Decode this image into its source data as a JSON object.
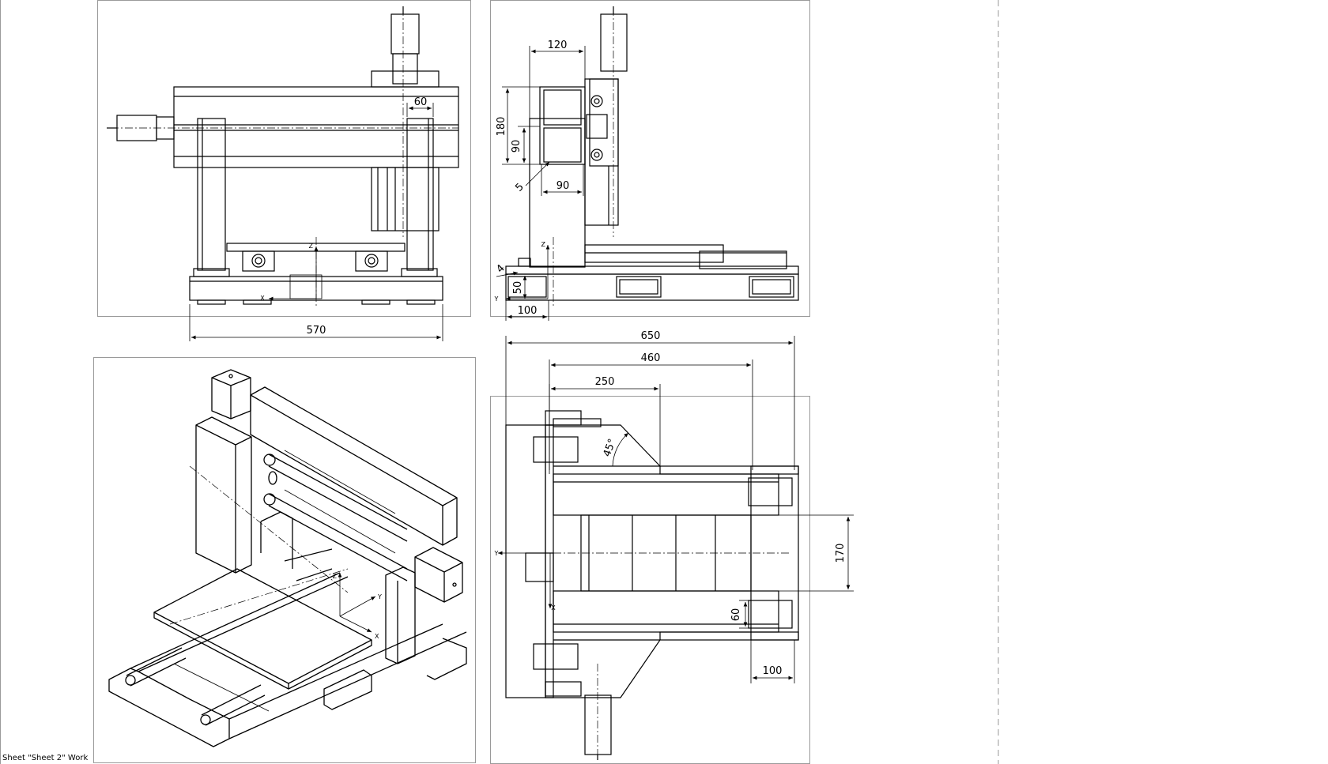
{
  "status_bar": {
    "text": "Sheet \"Sheet 2\" Work"
  },
  "dimensions": {
    "front_width": "570",
    "front_rail_gap": "60",
    "side_tube_width": "120",
    "side_height": "180",
    "side_tube_height": "90",
    "side_tube_inner": "90",
    "side_wall": "5",
    "side_foot_height": "50",
    "side_foot_offset": "4",
    "side_foot_width": "100",
    "top_overall": "650",
    "top_rail_span": "460",
    "top_table": "250",
    "top_angle": "45°",
    "top_spacing": "170",
    "top_rail_width": "60",
    "top_foot_width": "100"
  },
  "axis_labels": {
    "x": "X",
    "y": "Y",
    "z": "Z"
  },
  "colors": {
    "line": "#000000",
    "frame": "#9a9a9a",
    "background": "#ffffff"
  }
}
